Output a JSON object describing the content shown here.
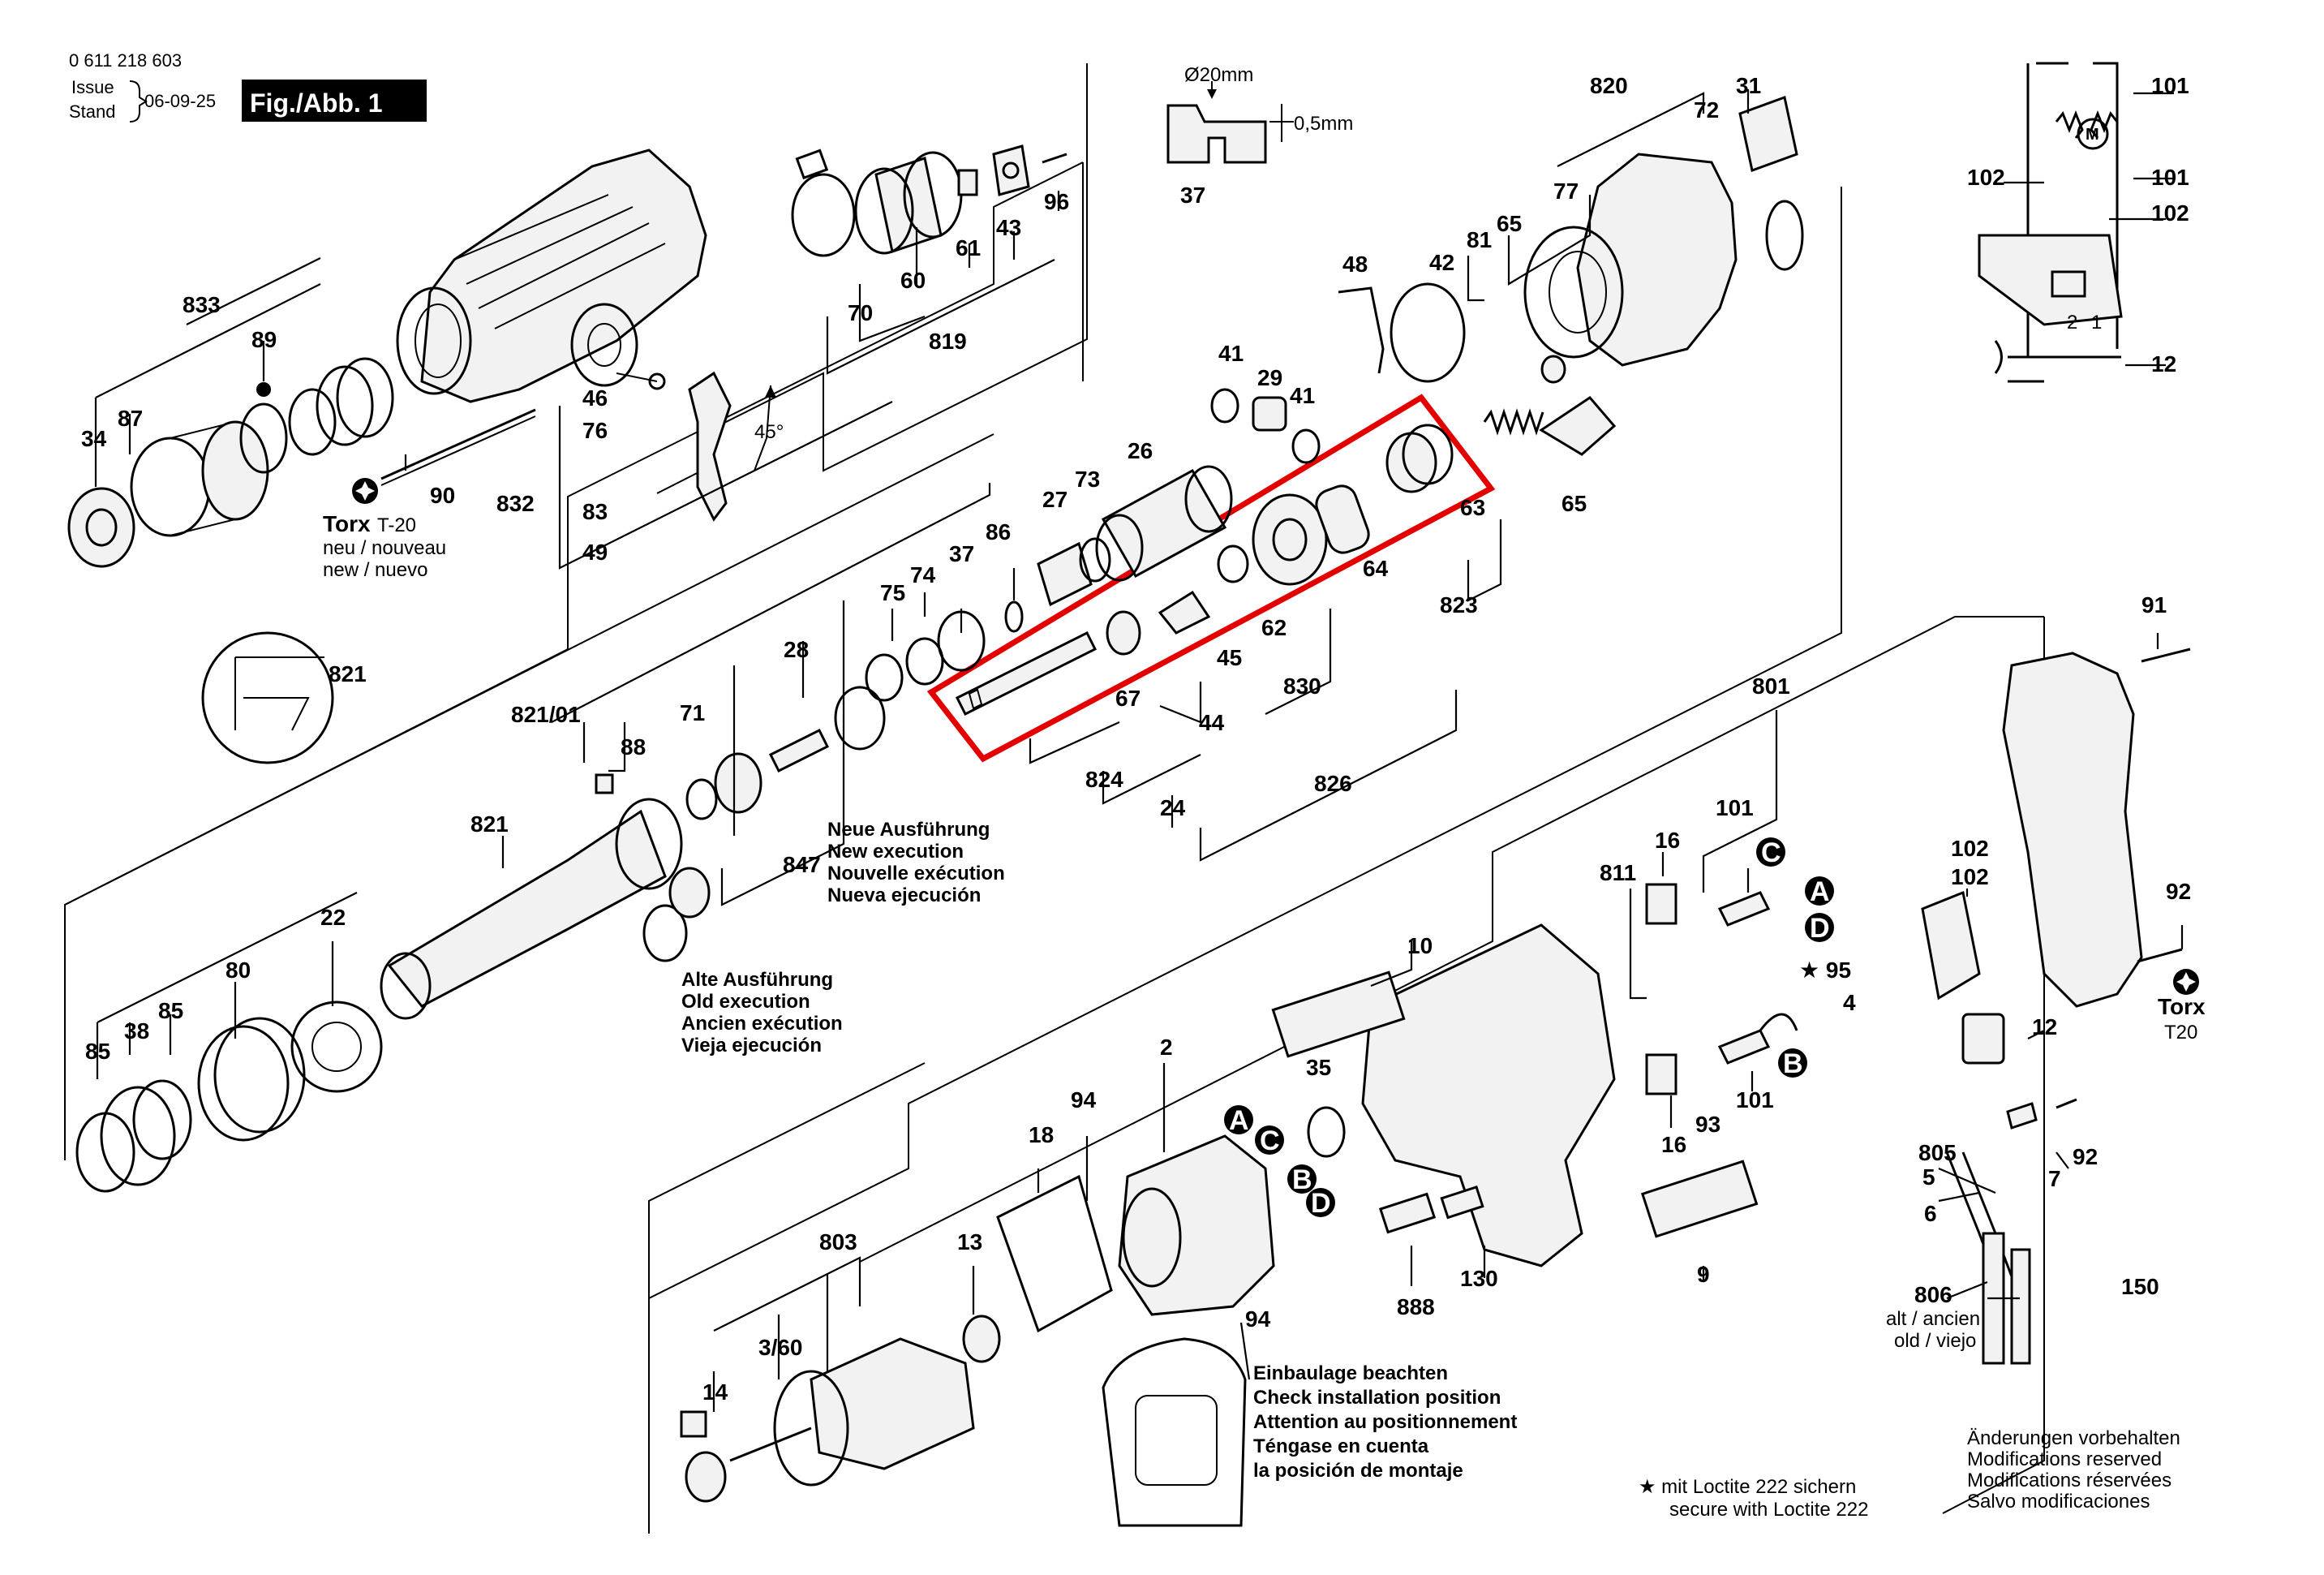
{
  "header": {
    "part_number": "0 611 218 603",
    "issue_label": "Issue",
    "stand_label": "Stand",
    "date": "06-09-25",
    "fig_label": "Fig./Abb. 1"
  },
  "seal_detail": {
    "diameter": "Ø20mm",
    "thickness": "0,5mm",
    "ref": "37"
  },
  "torx_note_1": {
    "title": "Torx",
    "size": "T-20",
    "line2": "neu / nouveau",
    "line3": "new / nuevo"
  },
  "torx_note_2": {
    "title": "Torx",
    "size": "T20"
  },
  "angle": "45°",
  "new_execution": [
    "Neue Ausführung",
    "New execution",
    "Nouvelle exécution",
    "Nueva ejecución"
  ],
  "old_execution": [
    "Alte Ausführung",
    "Old execution",
    "Ancien exécution",
    "Vieja ejecución"
  ],
  "install_note": [
    "Einbaulage beachten",
    "Check installation position",
    "Attention au positionnement",
    "Téngase en cuenta",
    "la posición de montaje"
  ],
  "loctite_note": [
    "★ mit Loctite 222 sichern",
    "secure with Loctite 222"
  ],
  "modifications_note": [
    "Änderungen vorbehalten",
    "Modifications reserved",
    "Modifications réservées",
    "Salvo modificaciones"
  ],
  "old_label": [
    "alt / ancien",
    "old / viejo"
  ],
  "star_95": "★ 95",
  "labels": {
    "l833": "833",
    "l89": "89",
    "l87": "87",
    "l34": "34",
    "l90": "90",
    "l46": "46",
    "l76": "76",
    "l832": "832",
    "l83": "83",
    "l49": "49",
    "l70": "70",
    "l60": "60",
    "l61": "61",
    "l43": "43",
    "l96": "96",
    "l819": "819",
    "l37": "37",
    "l48": "48",
    "l42": "42",
    "l81": "81",
    "l65a": "65",
    "l77": "77",
    "l820": "820",
    "l72": "72",
    "l31": "31",
    "l41a": "41",
    "l29": "29",
    "l41b": "41",
    "l26": "26",
    "l27": "27",
    "l73": "73",
    "l65b": "65",
    "l63": "63",
    "l64": "64",
    "l823": "823",
    "l75": "75",
    "l74": "74",
    "l37b": "37",
    "l86": "86",
    "l67": "67",
    "l45": "45",
    "l62": "62",
    "l830": "830",
    "l44": "44",
    "l824": "824",
    "l24": "24",
    "l826": "826",
    "l821": "821",
    "l82101": "821/01",
    "l88": "88",
    "l71": "71",
    "l28": "28",
    "l821b": "821",
    "l847": "847",
    "l22": "22",
    "l80": "80",
    "l85a": "85",
    "l38": "38",
    "l85b": "85",
    "l801": "801",
    "l91": "91",
    "l92a": "92",
    "l16a": "16",
    "l101a": "101",
    "l811": "811",
    "l102a": "102",
    "l102b": "102",
    "l4": "4",
    "l12a": "12",
    "l10": "10",
    "l16b": "16",
    "l93": "93",
    "l101b": "101",
    "l92b": "92",
    "l805": "805",
    "l5": "5",
    "l7": "7",
    "l6": "6",
    "l806": "806",
    "l150": "150",
    "l2": "2",
    "l35": "35",
    "l94a": "94",
    "l18": "18",
    "l803": "803",
    "l13": "13",
    "l360": "3/60",
    "l14": "14",
    "l94b": "94",
    "l888": "888",
    "l130": "130",
    "l9": "9",
    "w101a": "101",
    "w101b": "101",
    "w102a": "102",
    "w102b": "102",
    "w12": "12",
    "w2": "2",
    "w1": "1"
  },
  "badges": [
    "A",
    "B",
    "C",
    "D"
  ],
  "colors": {
    "highlight": "#e30000",
    "ink": "#000000",
    "fill": "#f2f2f2"
  }
}
